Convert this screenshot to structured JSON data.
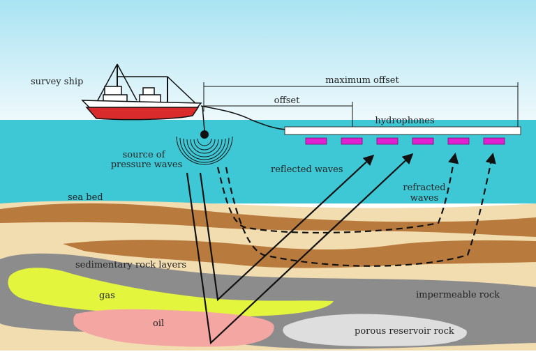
{
  "labels": {
    "survey_ship": "survey ship",
    "maximum_offset": "maximum offset",
    "offset": "offset",
    "hydrophones": "hydrophones",
    "source_line1": "source of",
    "source_line2": "pressure waves",
    "reflected_waves": "reflected waves",
    "refracted_line1": "refracted",
    "refracted_line2": "waves",
    "sea_bed": "sea bed",
    "sedimentary_rock_layers": "sedimentary rock layers",
    "gas": "gas",
    "oil": "oil",
    "impermeable_rock": "impermeable rock",
    "porous_reservoir_rock": "porous reservoir rock"
  },
  "colors": {
    "sky_top": "#a9e3f2",
    "sky_bottom": "#e9f8fc",
    "sea": "#3ec8d6",
    "sand": "#f2ddb0",
    "brown_layer": "#b87a3d",
    "impermeable": "#8c8c8c",
    "gas": "#e3f53d",
    "oil": "#f4a6a3",
    "porous": "#dedede",
    "hydrophone": "#e020d0",
    "ship_hull": "#d92b2b"
  }
}
